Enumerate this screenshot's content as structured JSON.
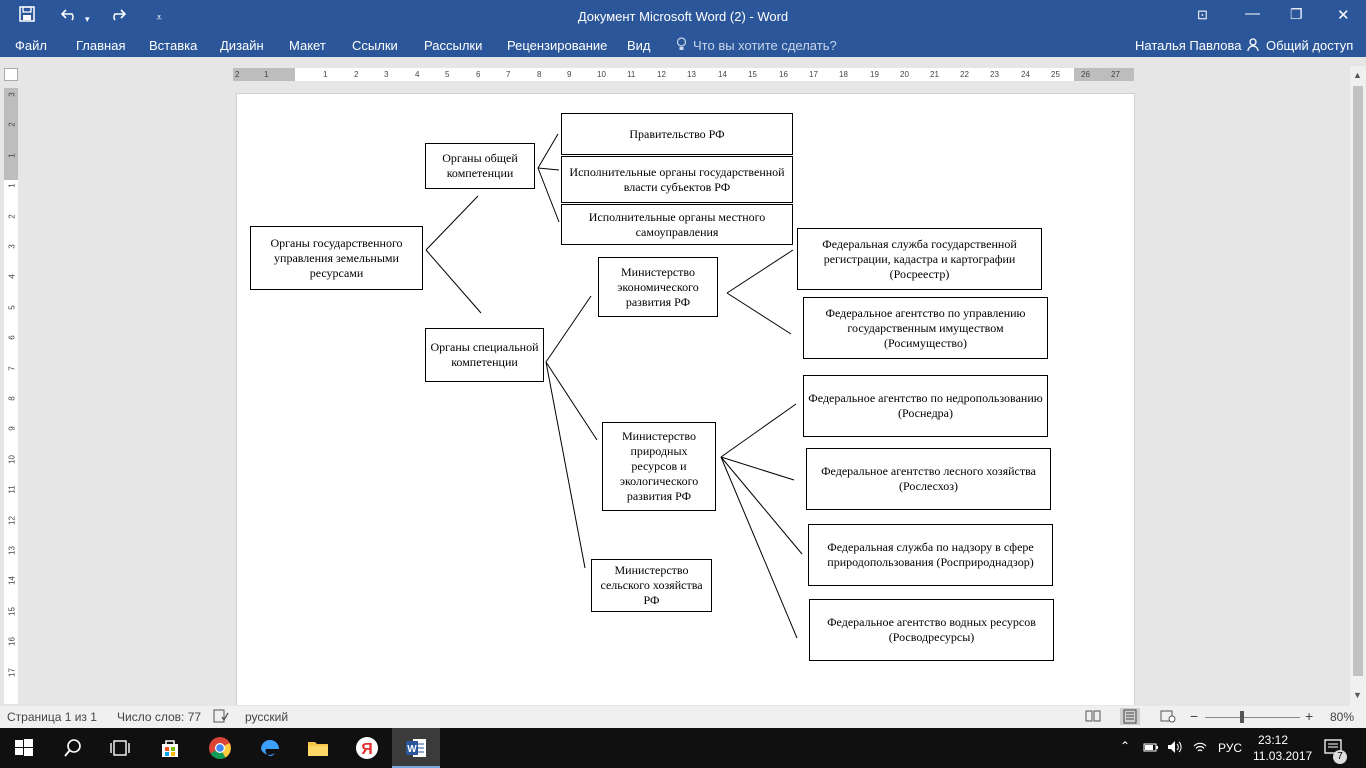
{
  "window": {
    "title": "Документ Microsoft Word (2) - Word",
    "save_icon": "save-icon",
    "undo_icon": "undo-icon",
    "redo_icon": "redo-icon",
    "customize_icon": "customize-quick-access-icon",
    "minimize": "—",
    "restore": "❐",
    "close": "✕",
    "ribbon_display": "⊡"
  },
  "ribbon": {
    "tabs": [
      "Файл",
      "Главная",
      "Вставка",
      "Дизайн",
      "Макет",
      "Ссылки",
      "Рассылки",
      "Рецензирование",
      "Вид"
    ],
    "tell_me": "Что вы хотите сделать?",
    "user": "Наталья Павлова",
    "share": "Общий доступ"
  },
  "ruler": {
    "h_ticks": [
      "2",
      "1",
      "1",
      "2",
      "3",
      "4",
      "5",
      "6",
      "7",
      "8",
      "9",
      "10",
      "11",
      "12",
      "13",
      "14",
      "15",
      "16",
      "17",
      "18",
      "19",
      "20",
      "21",
      "22",
      "23",
      "24",
      "25",
      "26",
      "27"
    ],
    "v_ticks": [
      "3",
      "2",
      "1",
      "1",
      "2",
      "3",
      "4",
      "5",
      "6",
      "7",
      "8",
      "9",
      "10",
      "11",
      "12",
      "13",
      "14",
      "15",
      "16",
      "17"
    ]
  },
  "diagram": {
    "root": "Органы государственного управления земельными ресурсами",
    "general": "Органы общей компетенции",
    "general_children": [
      "Правительство РФ",
      "Исполнительные органы государственной власти субъектов РФ",
      "Исполнительные органы местного самоуправления"
    ],
    "special": "Органы специальной компетенции",
    "econ": "Министерство экономического развития РФ",
    "econ_children": [
      "Федеральная служба государственной регистрации, кадастра и картографии (Росреестр)",
      "Федеральное агентство по управлению государственным имуществом (Росимущество)"
    ],
    "nature": "Министерство природных ресурсов и экологического развития РФ",
    "nature_children": [
      "Федеральное агентство по недропользованию (Роснедра)",
      "Федеральное агентство лесного хозяйства (Рослесхоз)",
      "Федеральная служба по надзору в сфере природопользования (Росприроднадзор)",
      "Федеральное агентство водных ресурсов (Росводресурсы)"
    ],
    "agri": "Министерство сельского хозяйства РФ"
  },
  "status": {
    "page": "Страница 1 из 1",
    "words": "Число слов: 77",
    "lang": "русский",
    "zoom": "80%",
    "zoom_minus": "−",
    "zoom_plus": "+"
  },
  "taskbar": {
    "lang": "РУС",
    "time": "23:12",
    "date": "11.03.2017",
    "notif_count": "7"
  }
}
